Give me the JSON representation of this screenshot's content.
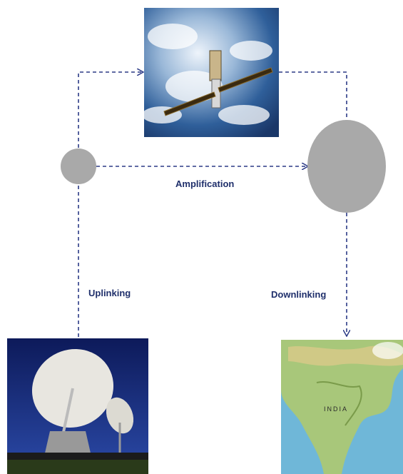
{
  "labels": {
    "amplification": "Amplification",
    "uplinking": "Uplinking",
    "downlinking": "Downlinking"
  },
  "colors": {
    "arrow": "#2b3a86",
    "node": "#a9a9a9",
    "label": "#1f2f6b"
  },
  "nodes": [
    {
      "name": "uplink-node"
    },
    {
      "name": "downlink-node"
    }
  ],
  "images": [
    {
      "name": "satellite-photo",
      "subject": "satellite over earth"
    },
    {
      "name": "ground-station-photo",
      "subject": "satellite dishes at night"
    },
    {
      "name": "india-map-photo",
      "subject": "map of India"
    }
  ],
  "map_text": "INDIA"
}
